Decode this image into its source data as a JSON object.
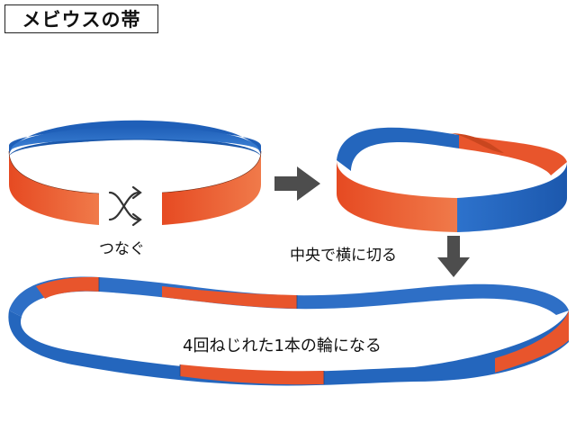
{
  "title": "メビウスの帯",
  "labels": {
    "connect": "つなぐ",
    "cut": "中央で横に切る",
    "result": "4回ねじれた1本の輪になる"
  },
  "icons": {
    "cross_connect": "cross-arrows-icon",
    "next": "arrow-right-icon",
    "down": "arrow-down-icon"
  },
  "colors": {
    "blue": "#2f6fc4",
    "orange": "#e8552c",
    "arrow": "#4d4d4d"
  }
}
